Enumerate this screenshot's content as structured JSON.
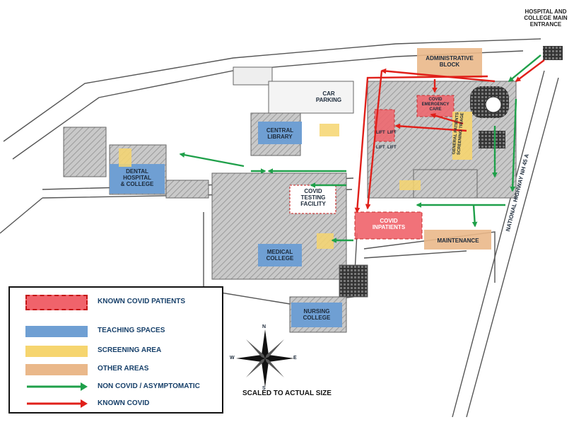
{
  "entrance": "HOSPITAL AND\nCOLLEGE MAIN\nENTRANCE",
  "highway": "NATIONAL HIGHWAY NH 45 A",
  "areas": {
    "administrative": "ADMINISTRATIVE\nBLOCK",
    "car_parking": "CAR\nPARKING",
    "central_library": "CENTRAL\nLIBRARY",
    "covid_emergency": "COVID\nEMERGENCY\nCARE",
    "general_triage": "GENERAL PATIENTS\nSCREENING TRIAGE",
    "dental": "DENTAL\nHOSPITAL\n& COLLEGE",
    "covid_testing": "COVID\nTESTING\nFACILITY",
    "covid_inpatients": "COVID\nINPATIENTS",
    "maintenance": "MAINTENANCE",
    "medical_college": "MEDICAL\nCOLLEGE",
    "nursing_college": "NURSING\nCOLLEGE"
  },
  "lift_labels": [
    "LIFT",
    "LIFT",
    "LIFT",
    "LIFT"
  ],
  "compass": {
    "n": "N",
    "s": "S",
    "e": "E",
    "w": "W"
  },
  "scale_note": "SCALED TO ACTUAL SIZE",
  "legend": [
    {
      "label": "KNOWN COVID PATIENTS",
      "kind": "dashed-box",
      "color": "#f0636b"
    },
    {
      "label": "TEACHING SPACES",
      "kind": "box",
      "color": "#6f9fd3"
    },
    {
      "label": "SCREENING AREA",
      "kind": "box",
      "color": "#f6d56f"
    },
    {
      "label": "OTHER AREAS",
      "kind": "box",
      "color": "#eab88a"
    },
    {
      "label": "NON COVID / ASYMPTOMATIC",
      "kind": "arrow",
      "color": "#1fa04a"
    },
    {
      "label": "KNOWN COVID",
      "kind": "arrow",
      "color": "#e0201a"
    }
  ],
  "colors": {
    "covid_red": "#f0636b",
    "teaching_blue": "#6f9fd3",
    "screening_yellow": "#f6d56f",
    "other_orange": "#eab88a",
    "green_arrow": "#1fa04a",
    "red_arrow": "#e0201a"
  }
}
